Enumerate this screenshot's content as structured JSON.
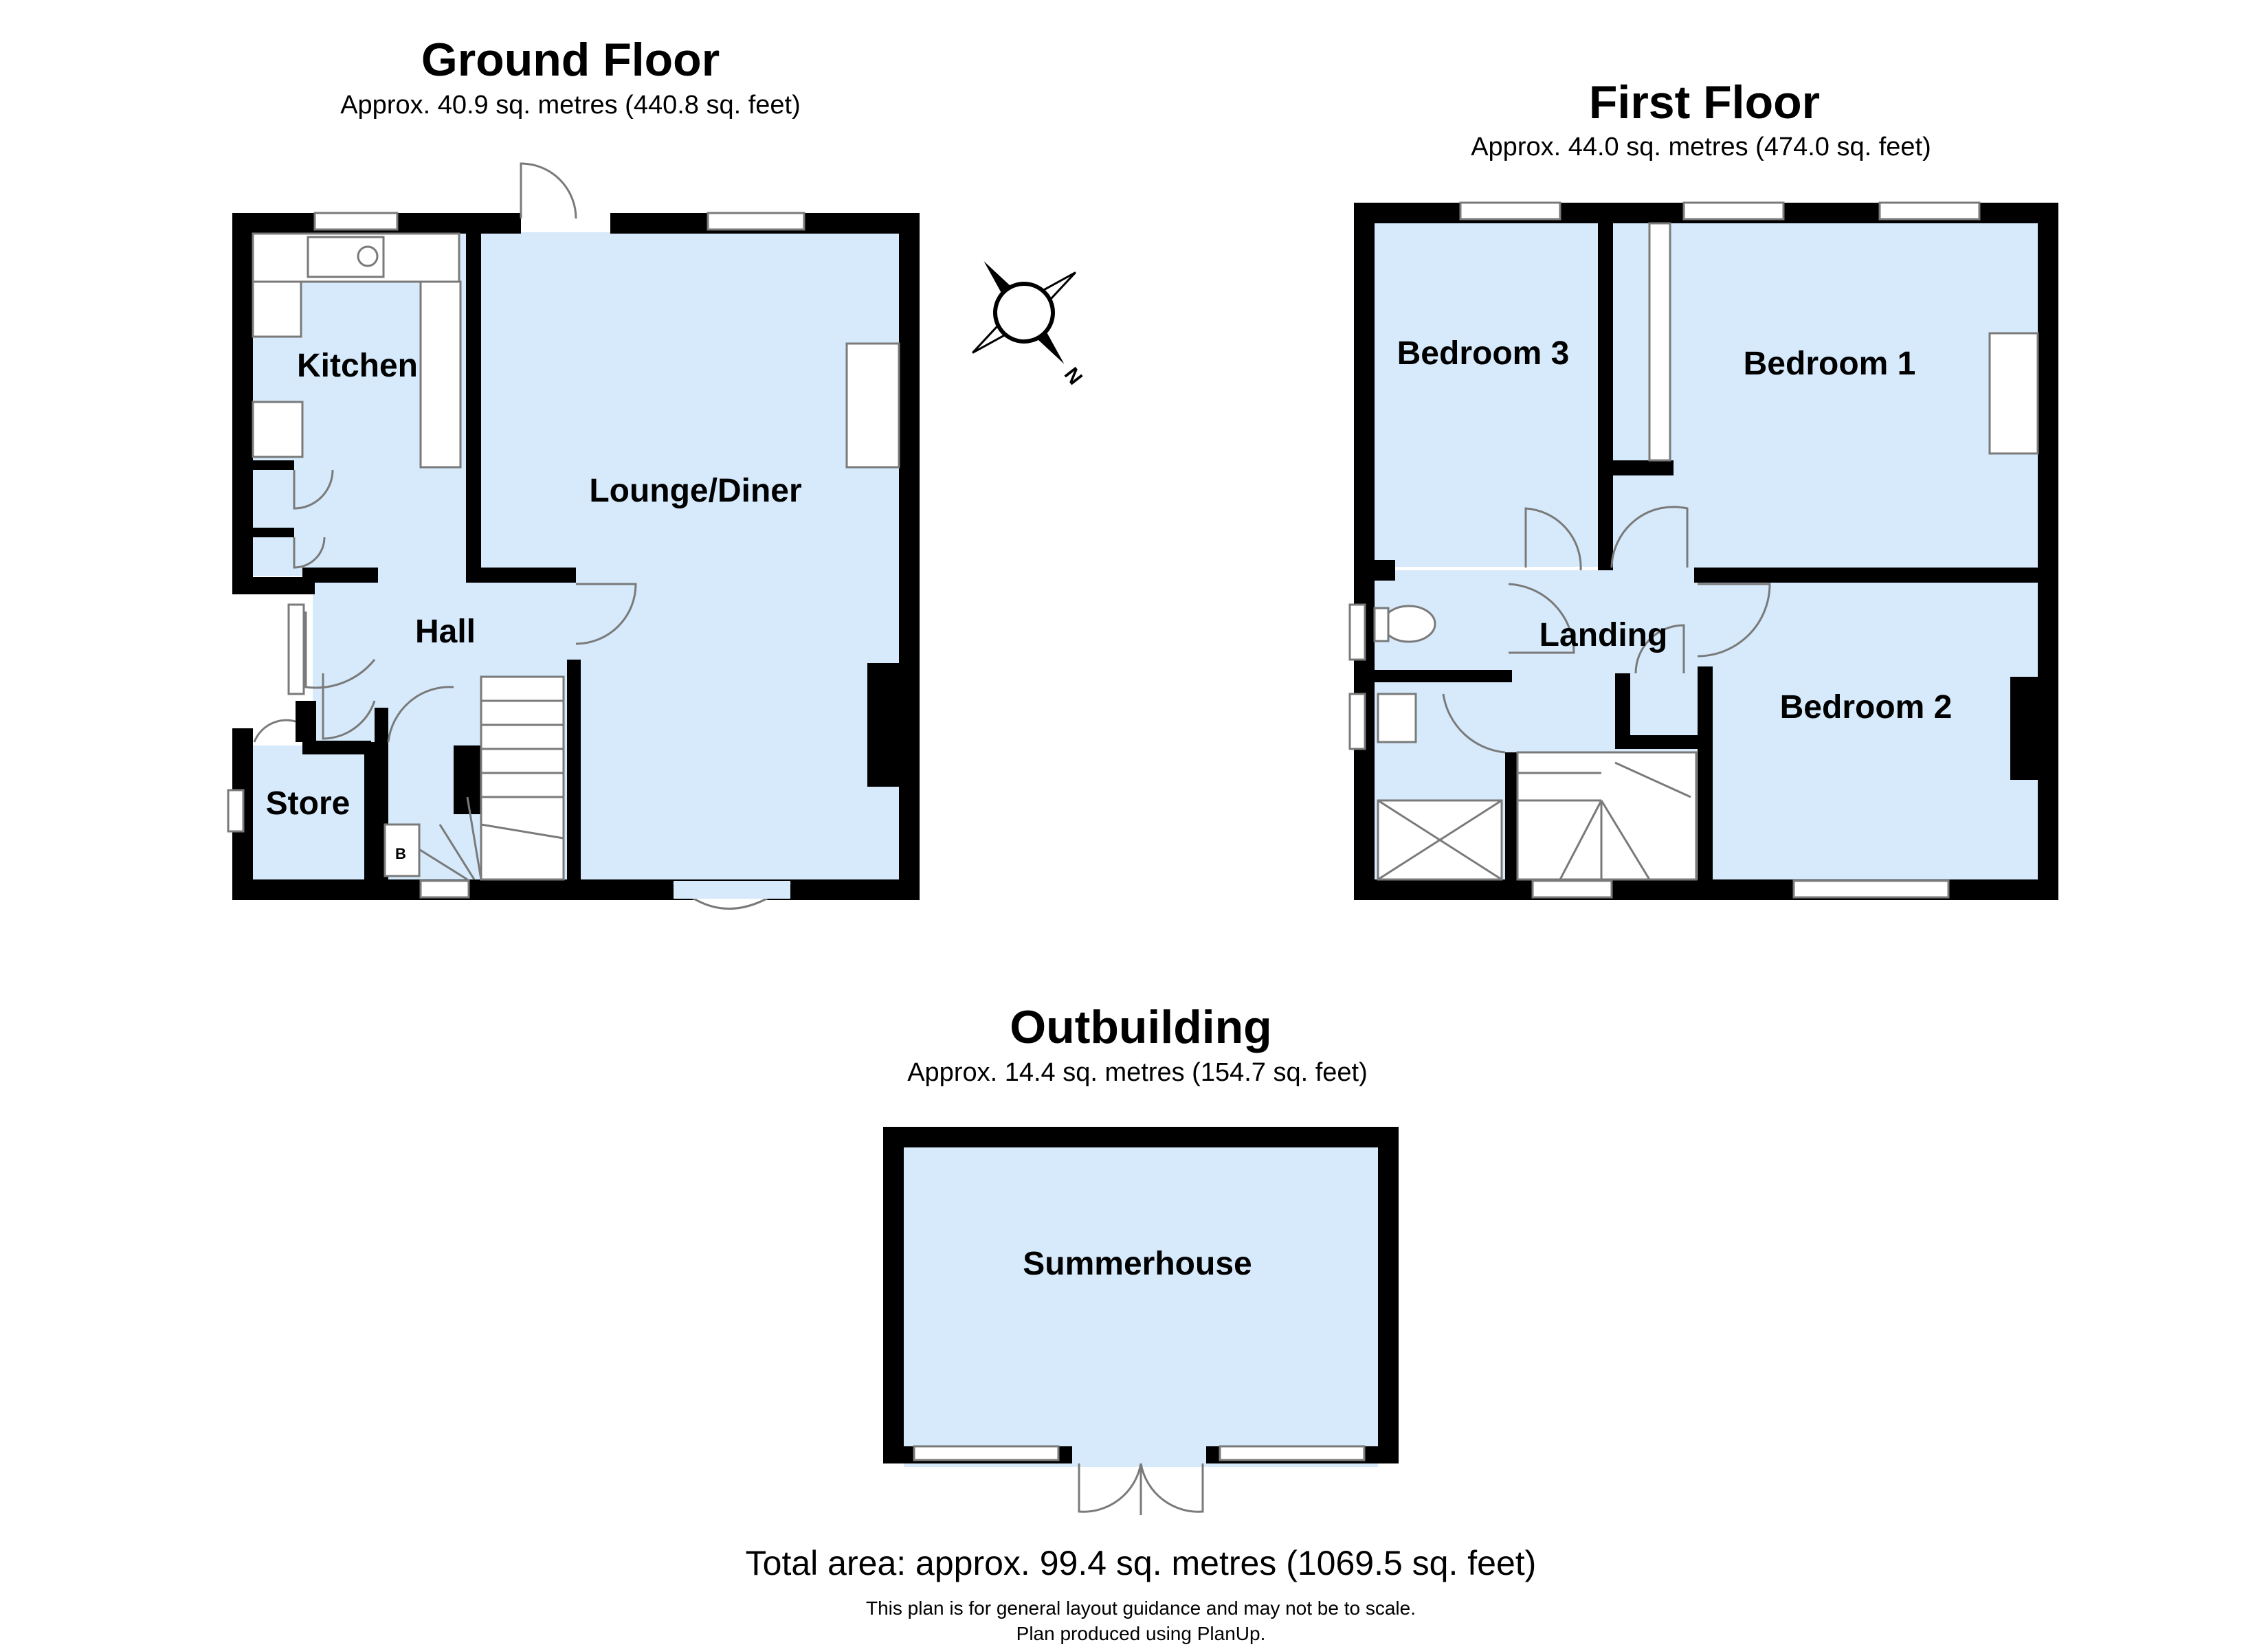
{
  "ground_floor": {
    "title": "Ground Floor",
    "area": "Approx. 40.9 sq. metres (440.8 sq. feet)",
    "rooms": {
      "kitchen": "Kitchen",
      "lounge": "Lounge/Diner",
      "hall": "Hall",
      "store": "Store",
      "boiler": "B"
    }
  },
  "first_floor": {
    "title": "First Floor",
    "area": "Approx. 44.0 sq. metres (474.0 sq. feet)",
    "rooms": {
      "bedroom3": "Bedroom 3",
      "bedroom1": "Bedroom 1",
      "landing": "Landing",
      "bedroom2": "Bedroom 2"
    }
  },
  "outbuilding": {
    "title": "Outbuilding",
    "area": "Approx. 14.4 sq. metres (154.7 sq. feet)",
    "rooms": {
      "summerhouse": "Summerhouse"
    }
  },
  "compass": {
    "label": "N",
    "icon": "compass-icon"
  },
  "footer": {
    "total": "Total area: approx. 99.4 sq. metres (1069.5 sq. feet)",
    "note_1": "This plan is for general layout guidance and may not be to scale.",
    "note_2": "Plan produced using PlanUp."
  },
  "colors": {
    "room_fill": "#d6eafb",
    "wall": "#000000",
    "fixture_stroke": "#7a7a7a"
  }
}
